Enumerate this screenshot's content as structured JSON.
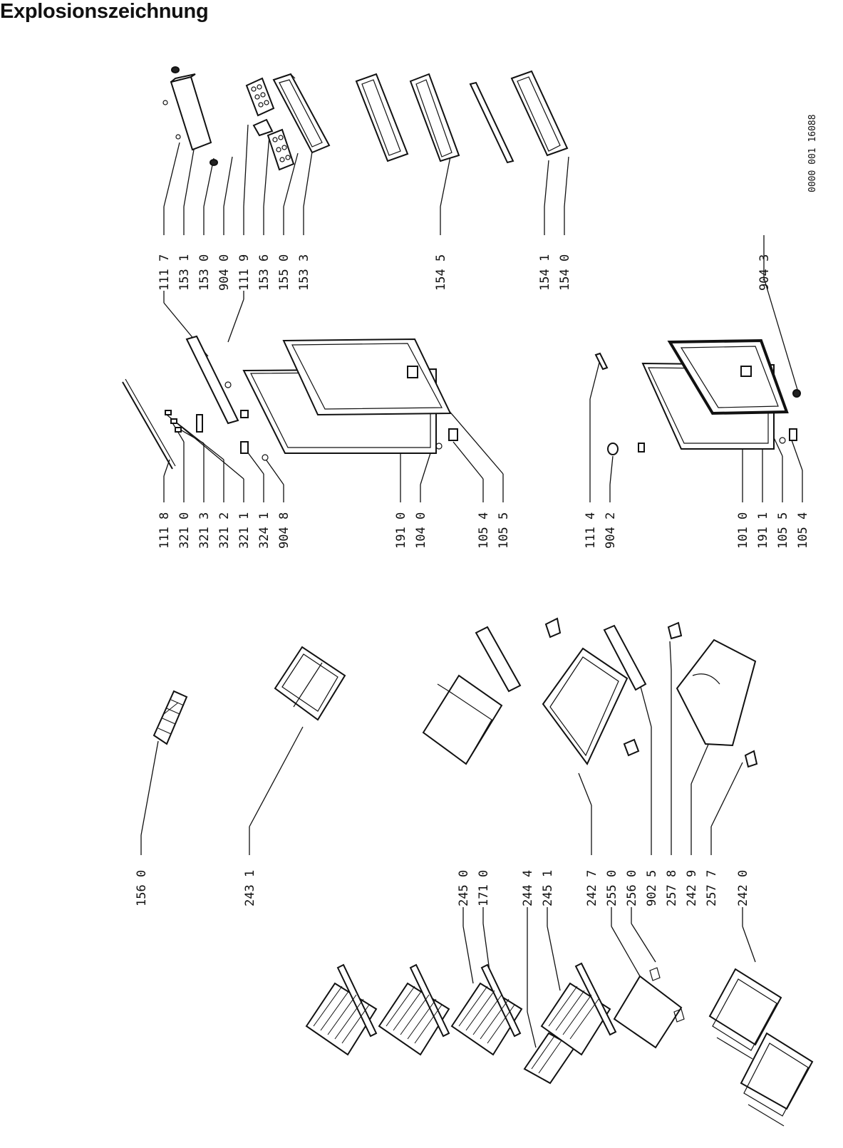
{
  "title": "Explosionszeichnung",
  "drawing_ref": "0000 001  16088",
  "labels": {
    "l1117": "111 7",
    "l1531": "153 1",
    "l1530": "153 0",
    "l9040": "904 0",
    "l1119": "111 9",
    "l1536": "153 6",
    "l1550": "155 0",
    "l1533": "153 3",
    "l1545": "154 5",
    "l1541": "154 1",
    "l1540": "154 0",
    "l9043": "904 3",
    "l1118": "111 8",
    "l3210": "321 0",
    "l3213": "321 3",
    "l3212": "321 2",
    "l3211": "321 1",
    "l3241": "324 1",
    "l9048": "904 8",
    "l1910": "191 0",
    "l1040": "104 0",
    "l1054a": "105 4",
    "l1055a": "105 5",
    "l1114": "111 4",
    "l9042": "904 2",
    "l1010": "101 0",
    "l1911": "191 1",
    "l1055b": "105 5",
    "l1054b": "105 4",
    "l1560": "156 0",
    "l2431": "243 1",
    "l2450": "245 0",
    "l1710": "171 0",
    "l2444": "244 4",
    "l2451": "245 1",
    "l2427": "242 7",
    "l2550": "255 0",
    "l2560": "256 0",
    "l9025": "902 5",
    "l2578": "257 8",
    "l2429": "242 9",
    "l2577": "257 7",
    "l2420": "242 0"
  }
}
